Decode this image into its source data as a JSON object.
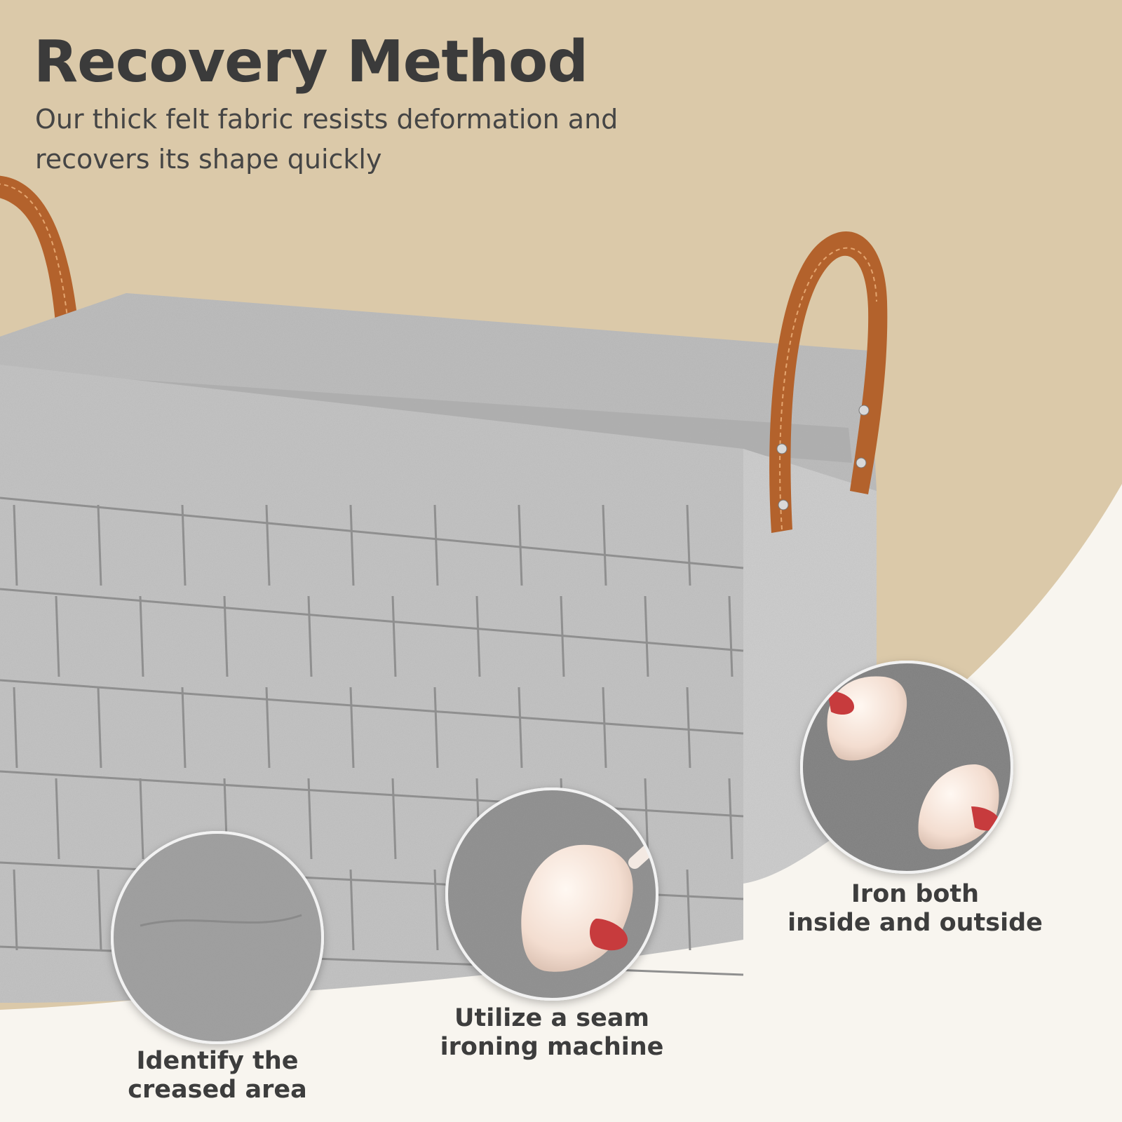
{
  "header": {
    "title": "Recovery Method",
    "subtitle_lines": [
      "Our thick felt fabric resists deformation and",
      "recovers its shape quickly"
    ]
  },
  "steps": [
    {
      "line1": "Identify the",
      "line2": "creased area",
      "icon": "felt-closeup"
    },
    {
      "line1": "Utilize a seam",
      "line2": "ironing machine",
      "icon": "seam-iron"
    },
    {
      "line1": "Iron both",
      "line2": "inside and outside",
      "icon": "double-iron"
    }
  ],
  "colors": {
    "background_light": "#f8f5ef",
    "background_tan": "#dbc9a9",
    "felt_gray": "#c2c2c2",
    "leather_handle": "#b3622c",
    "text_dark": "#3b3b3b",
    "iron_red": "#c73a3e"
  }
}
